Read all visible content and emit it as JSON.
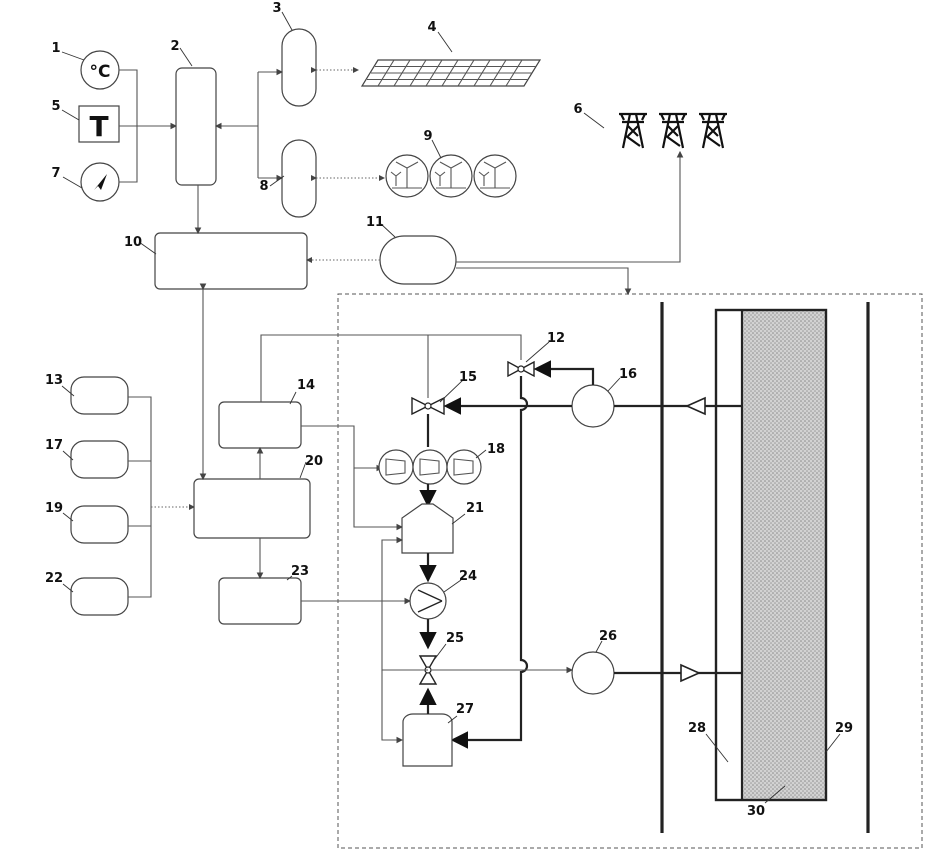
{
  "labels": {
    "n1": "1",
    "n2": "2",
    "n3": "3",
    "n4": "4",
    "n5": "5",
    "n6": "6",
    "n7": "7",
    "n8": "8",
    "n9": "9",
    "n10": "10",
    "n11": "11",
    "n12": "12",
    "n13": "13",
    "n14": "14",
    "n15": "15",
    "n16": "16",
    "n17": "17",
    "n18": "18",
    "n19": "19",
    "n20": "20",
    "n21": "21",
    "n22": "22",
    "n23": "23",
    "n24": "24",
    "n25": "25",
    "n26": "26",
    "n27": "27",
    "n28": "28",
    "n29": "29",
    "n30": "30"
  },
  "glyphs": {
    "temperature": "°C",
    "timer": "T"
  },
  "colors": {
    "line": "#555555",
    "pipe": "#222222",
    "medium_fill": "#c8c8c8"
  },
  "icons": {
    "thermometer": "temperature-sensor-icon",
    "timer": "timer-icon",
    "compass": "compass-icon",
    "solar": "solar-panel-icon",
    "wind": "wind-turbine-icon",
    "grid": "power-tower-icon",
    "valve": "three-way-valve-icon",
    "pump": "pump-icon"
  }
}
